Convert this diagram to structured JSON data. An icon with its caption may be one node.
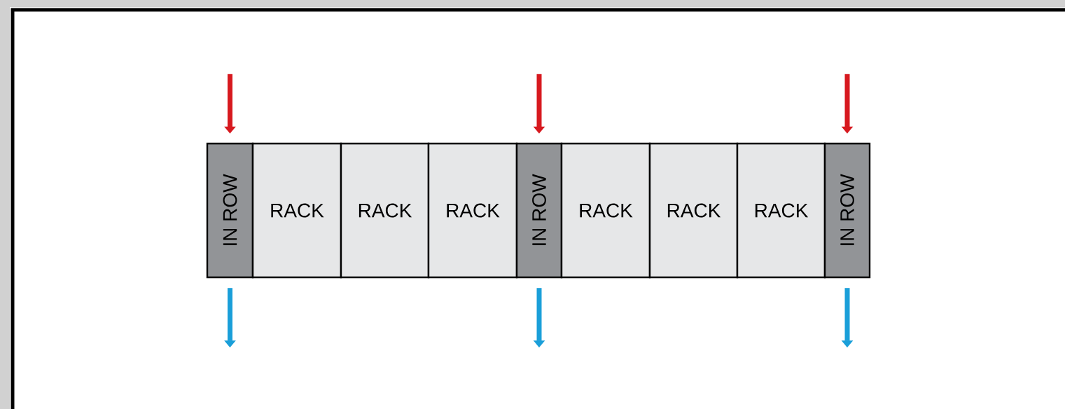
{
  "diagram": {
    "nodes": [
      {
        "text": [
          "IN ROW"
        ]
      },
      {
        "text": [
          "RACK"
        ]
      },
      {
        "text": [
          "RACK"
        ]
      },
      {
        "text": [
          "RACK"
        ]
      },
      {
        "text": [
          "IN ROW"
        ]
      },
      {
        "text": [
          "RACK"
        ]
      },
      {
        "text": [
          "RACK"
        ]
      },
      {
        "text": [
          "RACK"
        ]
      },
      {
        "text": [
          "IN ROW"
        ]
      }
    ],
    "edges": [
      {
        "from": null,
        "to": 0,
        "arrow": "to",
        "color": "#d7191f"
      },
      {
        "from": null,
        "to": 4,
        "arrow": "to",
        "color": "#d7191f"
      },
      {
        "from": null,
        "to": 8,
        "arrow": "to",
        "color": "#d7191f"
      },
      {
        "from": 0,
        "to": null,
        "arrow": "to",
        "color": "#1a9fd9"
      },
      {
        "from": 4,
        "to": null,
        "arrow": "to",
        "color": "#1a9fd9"
      },
      {
        "from": 8,
        "to": null,
        "arrow": "to",
        "color": "#1a9fd9"
      }
    ]
  }
}
